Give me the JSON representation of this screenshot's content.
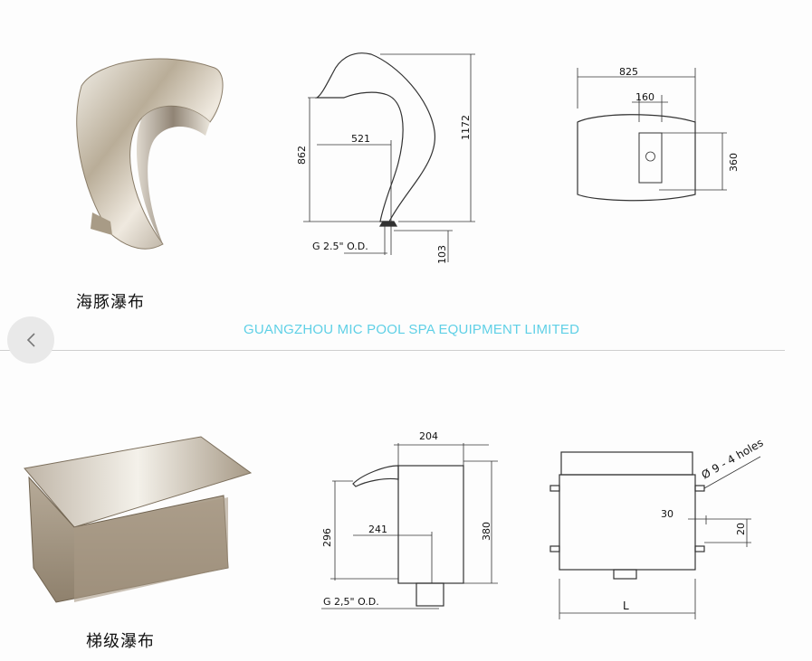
{
  "section1": {
    "caption": "海豚瀑布",
    "dims": {
      "height_total": "1172",
      "height_spout": "862",
      "spout_reach": "521",
      "pipe": "G 2.5\" O.D.",
      "base_drop": "103",
      "width_total": "825",
      "plate_width": "160",
      "depth": "360"
    }
  },
  "watermark": "GUANGZHOU MIC POOL SPA EQUIPMENT LIMITED",
  "section2": {
    "caption": "梯级瀑布",
    "dims": {
      "top_width": "204",
      "left_height": "296",
      "spout_reach": "241",
      "body_height": "380",
      "pipe": "G 2,5\" O.D.",
      "holes": "Ø 9 - 4 holes",
      "offset_x": "30",
      "offset_y": "20",
      "length": "L"
    }
  },
  "nav": {
    "icon": "chevron-left-icon"
  }
}
